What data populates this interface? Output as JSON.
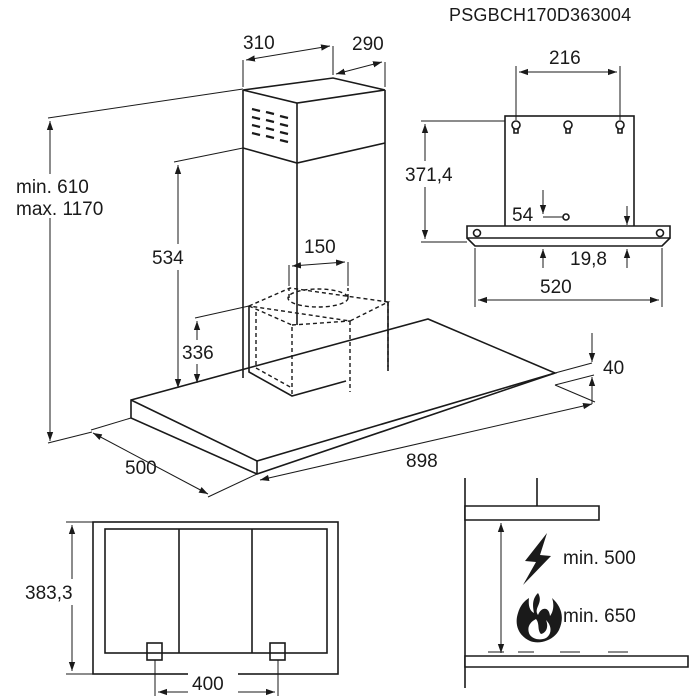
{
  "product_code": "PSGBCH170D363004",
  "main_view": {
    "chimney_width": "310",
    "chimney_depth": "290",
    "height_min": "min. 610",
    "height_max": "max. 1170",
    "chimney_lower": "534",
    "outlet_diameter": "150",
    "motor_height": "336",
    "canopy_thickness": "40",
    "canopy_depth": "500",
    "canopy_width": "898"
  },
  "bracket_view": {
    "hole_spacing": "216",
    "bracket_height": "371,4",
    "screw_offset": "54",
    "plate_offset": "19,8",
    "plate_width": "520"
  },
  "underside_view": {
    "depth": "383,3",
    "light_spacing": "400"
  },
  "clearance_view": {
    "electric_label": "min. 500",
    "gas_label": "min. 650"
  }
}
